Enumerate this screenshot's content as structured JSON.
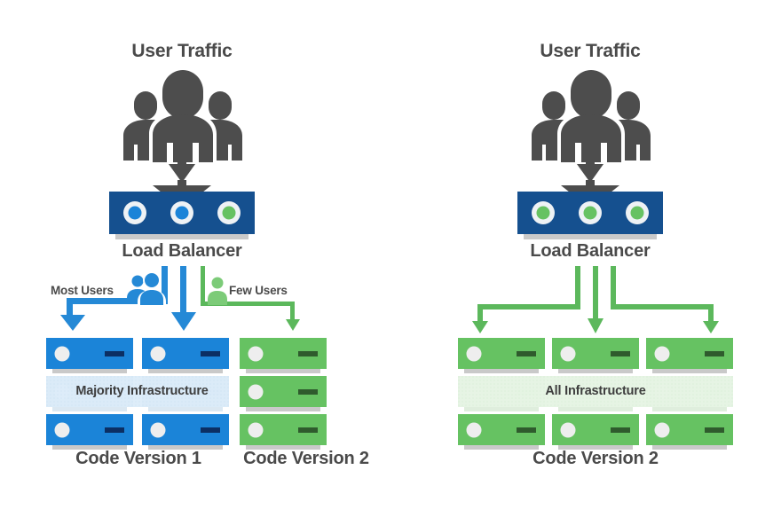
{
  "diagram": {
    "title_semantic": "blue-green-canary-deployment",
    "colors": {
      "blue_server": "#1b84d8",
      "blue_server_dark": "#0c2f63",
      "blue_loadbalancer": "#15508f",
      "blue_arrow": "#2589d6",
      "blue_faded": "#d8eaf7",
      "green_server": "#66c262",
      "green_server_dark": "#2f5b2d",
      "green_arrow": "#5cb85c",
      "green_faded": "#e4f3e2",
      "people_gray": "#4d4d4d",
      "text_gray": "#4a4a4a",
      "shadow_gray": "#c9c9c9",
      "dot_white": "#eeeeee",
      "background": "#ffffff"
    },
    "panels": [
      {
        "id": "left-panel",
        "user_traffic_label": "User Traffic",
        "load_balancer_label": "Load Balancer",
        "load_balancer_lights": [
          "blue",
          "blue",
          "green"
        ],
        "flow_labels": [
          {
            "id": "most-users",
            "text": "Most Users",
            "color": "blue",
            "icon": "two-people-icon"
          },
          {
            "id": "few-users",
            "text": "Few Users",
            "color": "green",
            "icon": "one-person-icon"
          }
        ],
        "infrastructure_label": "Majority Infrastructure",
        "columns": [
          {
            "id": "left-col-1",
            "color": "blue",
            "rack_count": 3,
            "version_label": "Code Version 1"
          },
          {
            "id": "left-col-2",
            "color": "blue",
            "rack_count": 3,
            "version_label": "Code Version 1"
          },
          {
            "id": "left-col-3",
            "color": "green",
            "rack_count": 3,
            "version_label": "Code Version 2"
          }
        ],
        "version_labels": [
          {
            "id": "code-version-1",
            "text": "Code Version 1"
          },
          {
            "id": "code-version-2",
            "text": "Code Version 2"
          }
        ]
      },
      {
        "id": "right-panel",
        "user_traffic_label": "User Traffic",
        "load_balancer_label": "Load Balancer",
        "load_balancer_lights": [
          "green",
          "green",
          "green"
        ],
        "flow_labels": [],
        "infrastructure_label": "All Infrastructure",
        "columns": [
          {
            "id": "right-col-1",
            "color": "green",
            "rack_count": 3,
            "version_label": "Code Version 2"
          },
          {
            "id": "right-col-2",
            "color": "green",
            "rack_count": 3,
            "version_label": "Code Version 2"
          },
          {
            "id": "right-col-3",
            "color": "green",
            "rack_count": 3,
            "version_label": "Code Version 2"
          }
        ],
        "version_labels": [
          {
            "id": "code-version-2-right",
            "text": "Code Version 2"
          }
        ]
      }
    ]
  }
}
